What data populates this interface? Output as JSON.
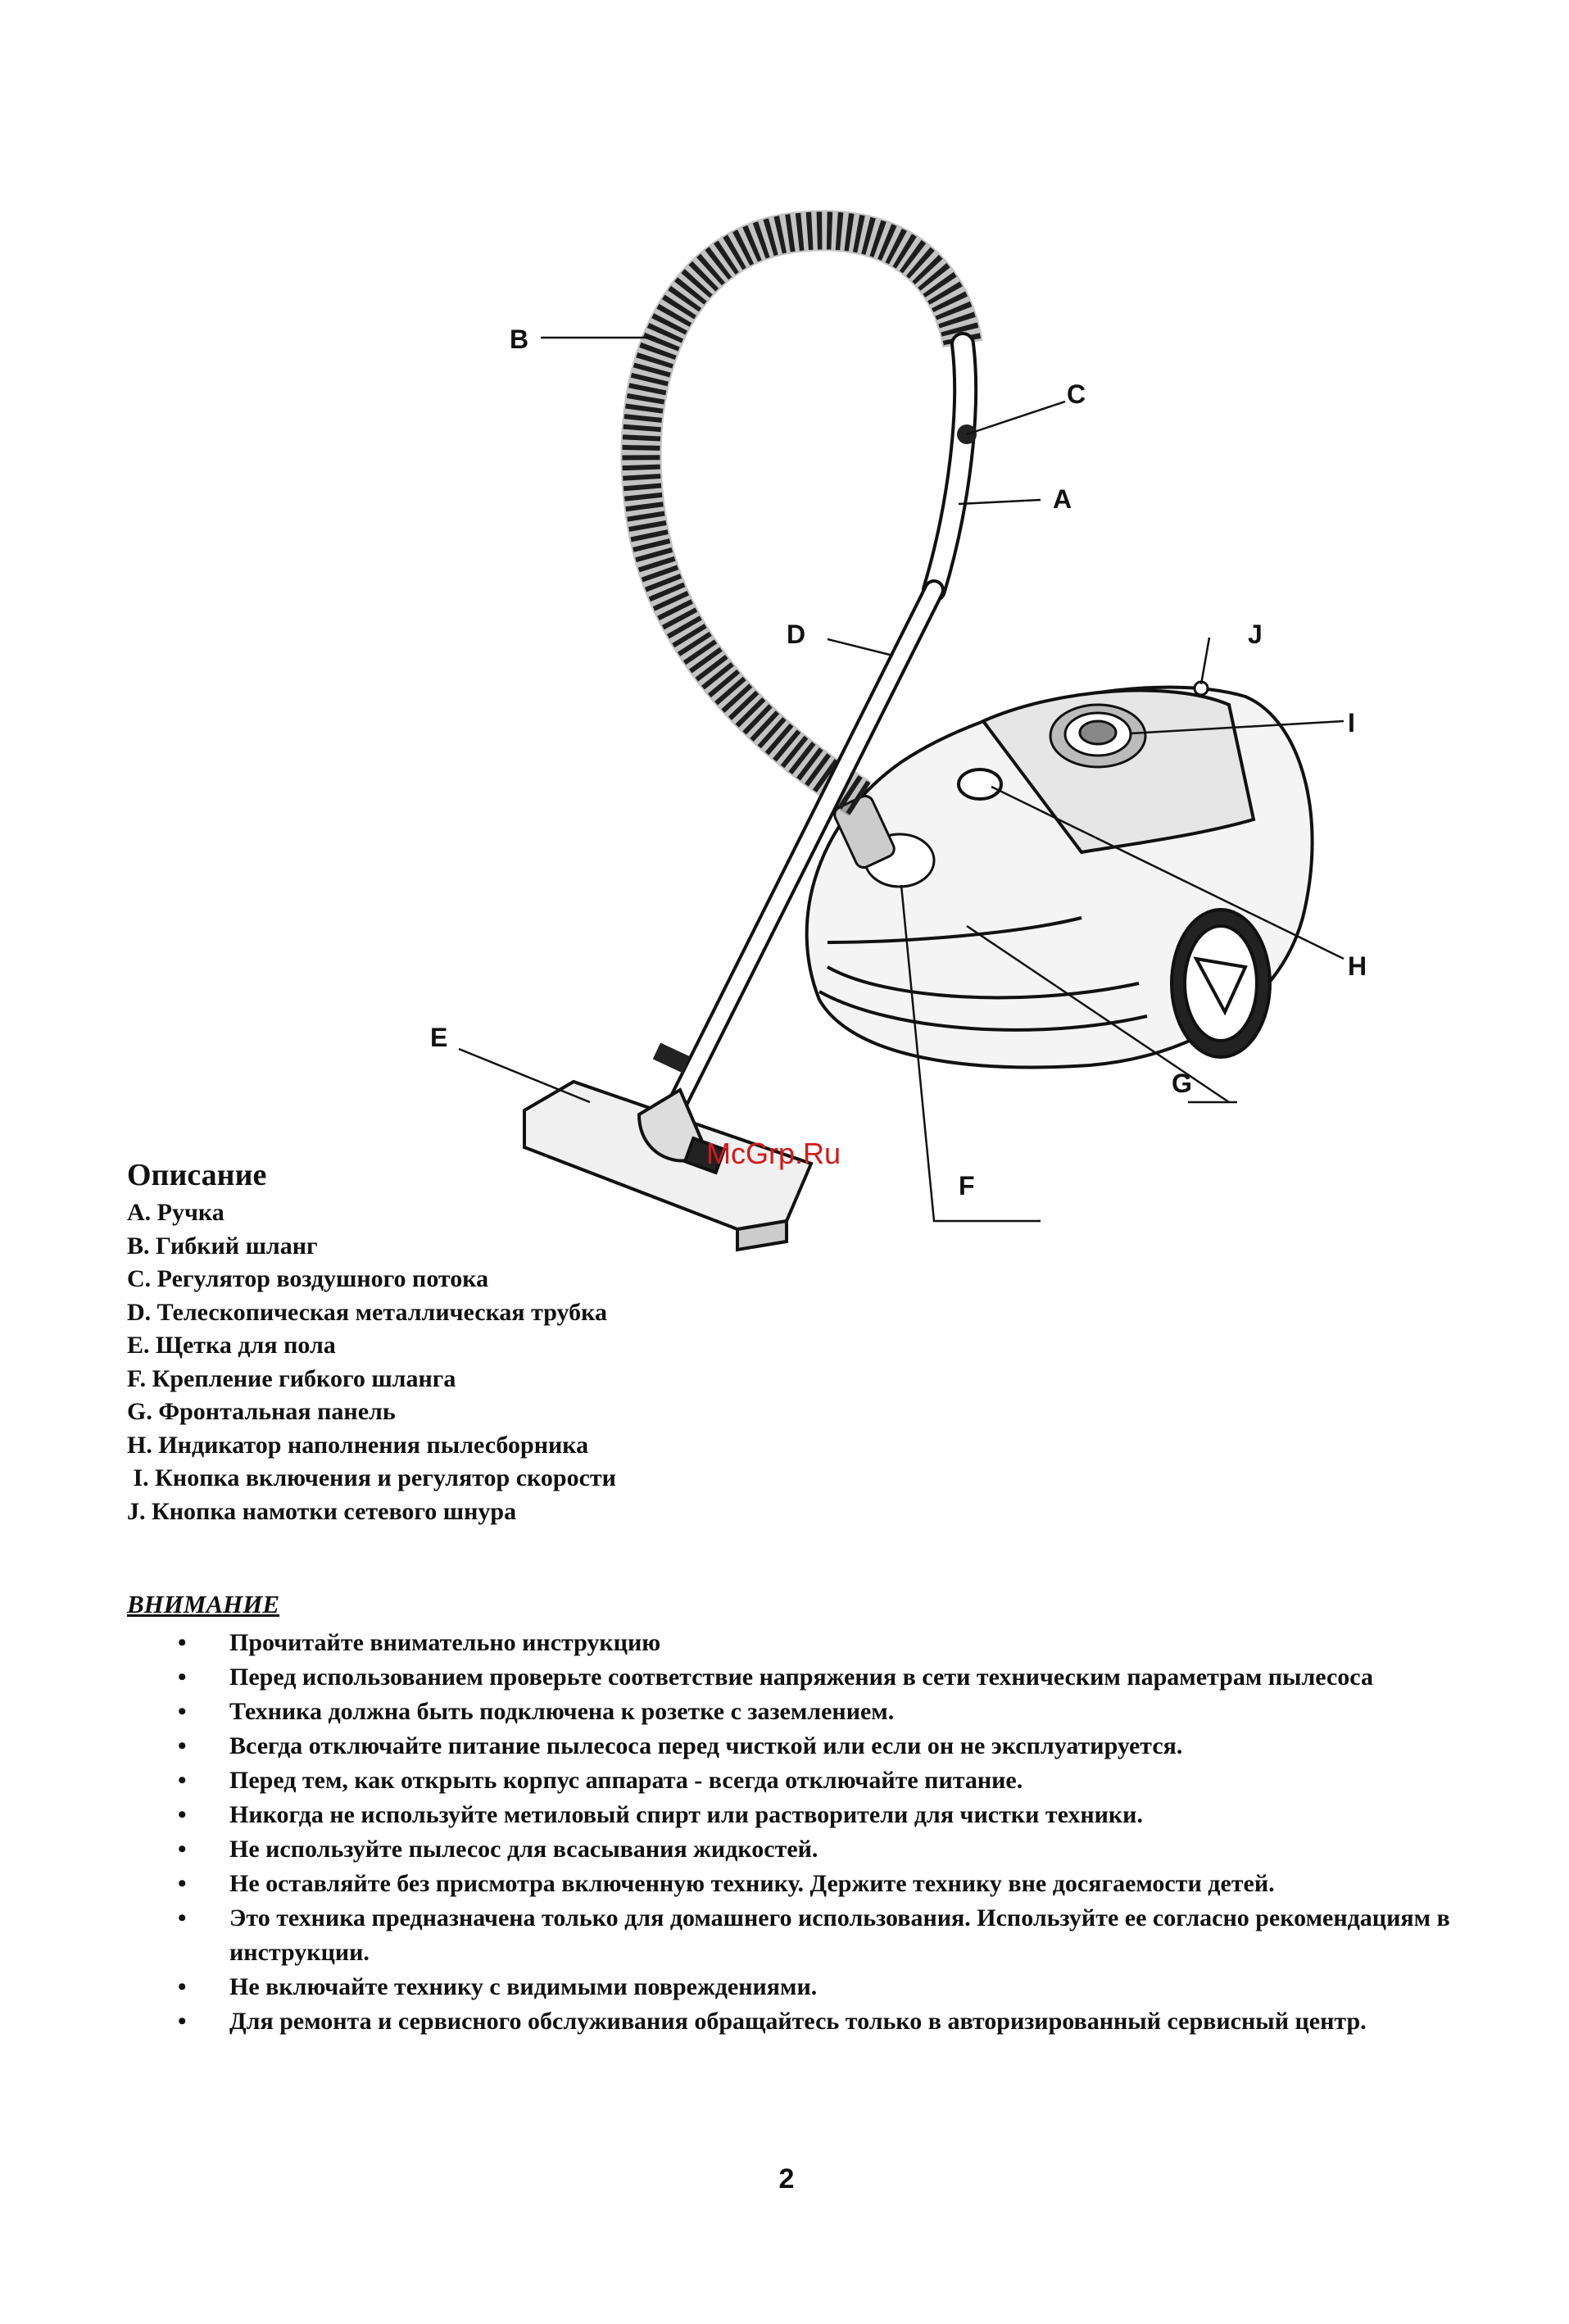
{
  "diagram": {
    "labels": {
      "A": "A",
      "B": "B",
      "C": "C",
      "D": "D",
      "E": "E",
      "F": "F",
      "G": "G",
      "H": "H",
      "I": "I",
      "J": "J"
    },
    "watermark": "McGrp.Ru"
  },
  "description": {
    "title": "Описание",
    "items": [
      "A. Ручка",
      "B. Гибкий шланг",
      "C. Регулятор воздушного потока",
      "D. Телескопическая металлическая трубка",
      "E. Щетка для пола",
      "F. Крепление гибкого шланга",
      "G. Фронтальная панель",
      "H. Индикатор наполнения пылесборника",
      " I. Кнопка включения и регулятор скорости",
      "J. Кнопка намотки сетевого шнура"
    ]
  },
  "warning": {
    "title": "ВНИМАНИЕ",
    "bullet": "•",
    "items": [
      "Прочитайте внимательно  инструкцию",
      "Перед использованием проверьте соответствие напряжения  в сети  техническим параметрам пылесоса",
      "Техника должна быть подключена к розетке с заземлением.",
      "Всегда отключайте питание пылесоса перед чисткой или если он не эксплуатируется.",
      "Перед  тем, как открыть корпус аппарата -  всегда отключайте питание.",
      "Никогда не используйте метиловый спирт или растворители для чистки техники.",
      "Не используйте пылесос для всасывания жидкостей.",
      "Не оставляйте без присмотра включенную технику. Держите технику вне досягаемости детей.",
      "Это техника предназначена только для домашнего использования. Используйте ее согласно рекомендациям в инструкции.",
      "Не включайте технику с видимыми повреждениями.",
      "Для ремонта и сервисного обслуживания обращайтесь только в авторизированный сервисный центр."
    ]
  },
  "page_number": "2"
}
